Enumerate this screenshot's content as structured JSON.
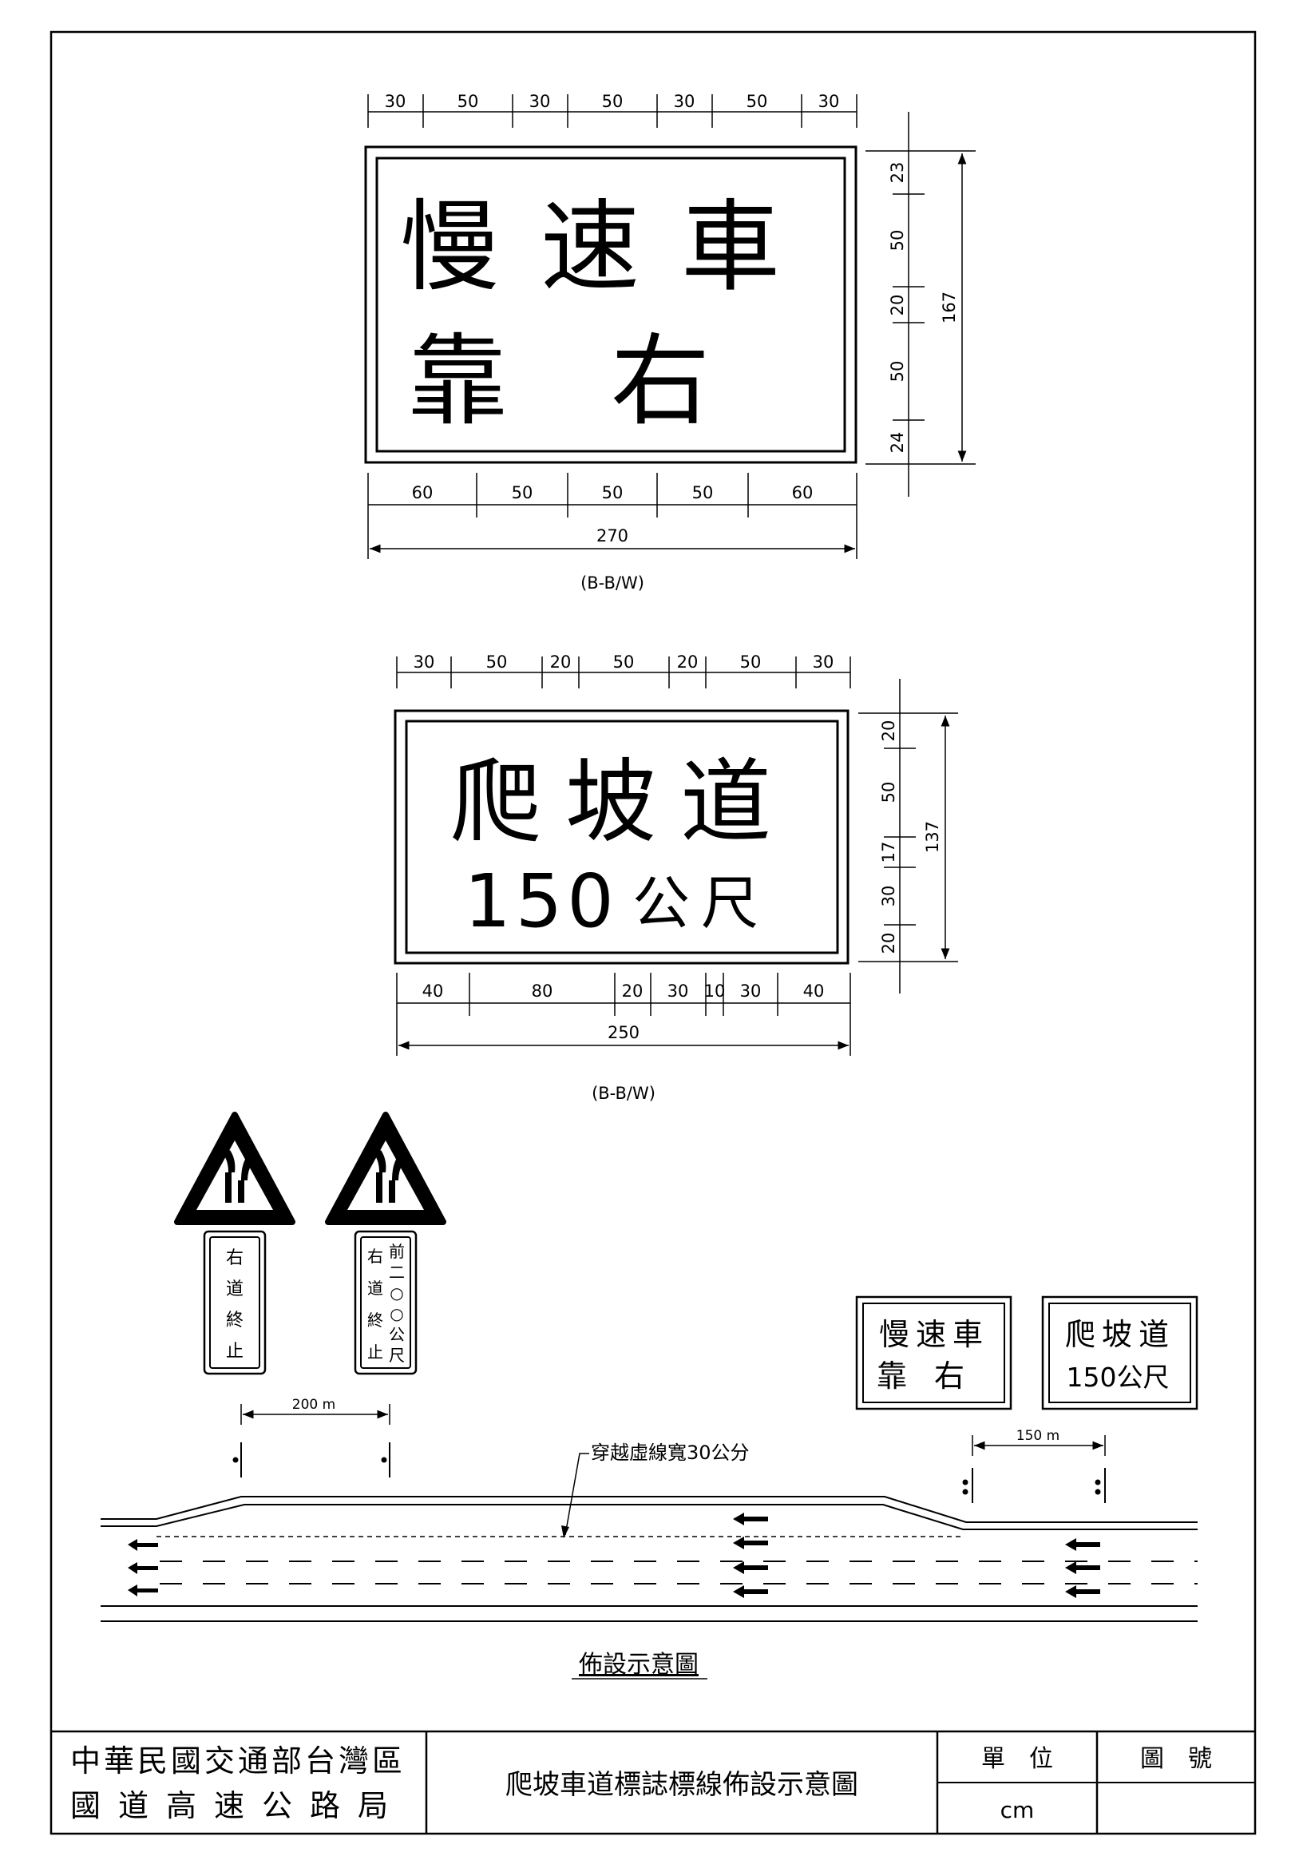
{
  "sign_a": {
    "line1": "慢速車",
    "line2": "靠右",
    "top_dims": [
      "30",
      "50",
      "30",
      "50",
      "30",
      "50",
      "30"
    ],
    "bottom_dims": [
      "60",
      "50",
      "50",
      "50",
      "60"
    ],
    "overall_width": "270",
    "right_dims": [
      "23",
      "50",
      "20",
      "50",
      "24"
    ],
    "overall_height": "167",
    "color_code": "(B-B/W)"
  },
  "sign_b": {
    "line1": "爬坡道",
    "line2_number": "150",
    "line2_unit": "公尺",
    "top_dims": [
      "30",
      "50",
      "20",
      "50",
      "20",
      "50",
      "30"
    ],
    "bottom_dims": [
      "40",
      "80",
      "20",
      "30",
      "10",
      "30",
      "40"
    ],
    "overall_width": "250",
    "right_dims": [
      "20",
      "50",
      "17",
      "30",
      "20"
    ],
    "overall_height": "137",
    "color_code": "(B-B/W)"
  },
  "layout_diagram": {
    "warning_plate_1": [
      "右",
      "道",
      "終",
      "止"
    ],
    "warning_plate_2_col1": [
      "右",
      "道",
      "終",
      "止"
    ],
    "warning_plate_2_col2": [
      "前",
      "二",
      "○",
      "○",
      "公",
      "尺"
    ],
    "spacing_1": "200 m",
    "spacing_2": "150 m",
    "dashed_line_note": "穿越虛線寬30公分",
    "mini_sign_a_line1": "慢速車",
    "mini_sign_a_line2": "靠右",
    "mini_sign_b_line1": "爬坡道",
    "mini_sign_b_line2": "150公尺",
    "caption": "佈設示意圖"
  },
  "title_block": {
    "org_line1": "中華民國交通部台灣區",
    "org_line2": "國道高速公路局",
    "drawing_title": "爬坡車道標誌標線佈設示意圖",
    "unit_label": "單　位",
    "unit_value": "cm",
    "number_label": "圖　號",
    "number_value": ""
  }
}
